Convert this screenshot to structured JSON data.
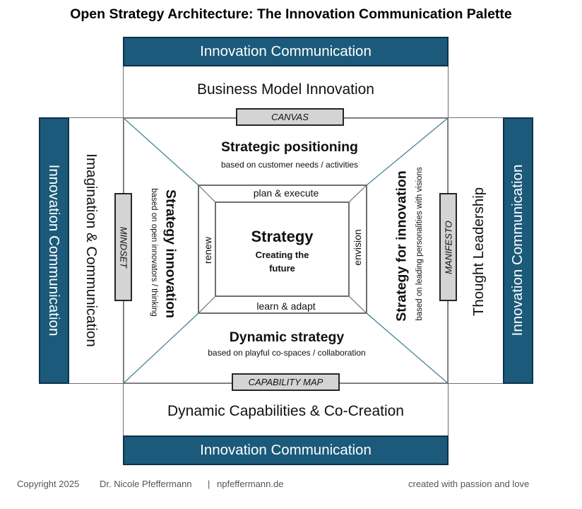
{
  "title": "Open Strategy Architecture: The Innovation Communication Palette",
  "bands": {
    "top": "Innovation Communication",
    "bottom": "Innovation Communication",
    "left": "Innovation Communication",
    "right": "Innovation Communication"
  },
  "outer_boxes": {
    "top": "Business Model Innovation",
    "bottom": "Dynamic Capabilities &  Co-Creation",
    "left": "Imagination & Communication",
    "right": "Thought Leadership"
  },
  "tags": {
    "top": "CANVAS",
    "bottom": "CAPABILITY MAP",
    "left": "MINDSET",
    "right": "MANIFESTO"
  },
  "trapezoids": {
    "top": {
      "heading": "Strategic positioning",
      "sub": "based on customer needs / activities"
    },
    "bottom": {
      "heading": "Dynamic strategy",
      "sub": "based on playful co-spaces / collaboration"
    },
    "left": {
      "heading": "Strategy innovation",
      "sub": "based on open innovators / thinking"
    },
    "right": {
      "heading": "Strategy for innovation",
      "sub": "based on leading personalities with visions"
    }
  },
  "ring": {
    "top": "plan & execute",
    "bottom": "learn & adapt",
    "left": "renew",
    "right": "envision"
  },
  "center": {
    "heading": "Strategy",
    "sub_line1": "Creating the",
    "sub_line2": "future"
  },
  "footer": {
    "copyright": "Copyright 2025",
    "author": "Dr. Nicole Pfeffermann",
    "separator": "|",
    "site": "npfeffermann.de",
    "tagline": "created with passion and love"
  },
  "colors": {
    "band_fill": "#1b5a7a",
    "band_border": "#0f3247",
    "tag_fill": "#d4d4d4",
    "line": "#6f6f6f",
    "diagonal": "#3f7c94"
  }
}
